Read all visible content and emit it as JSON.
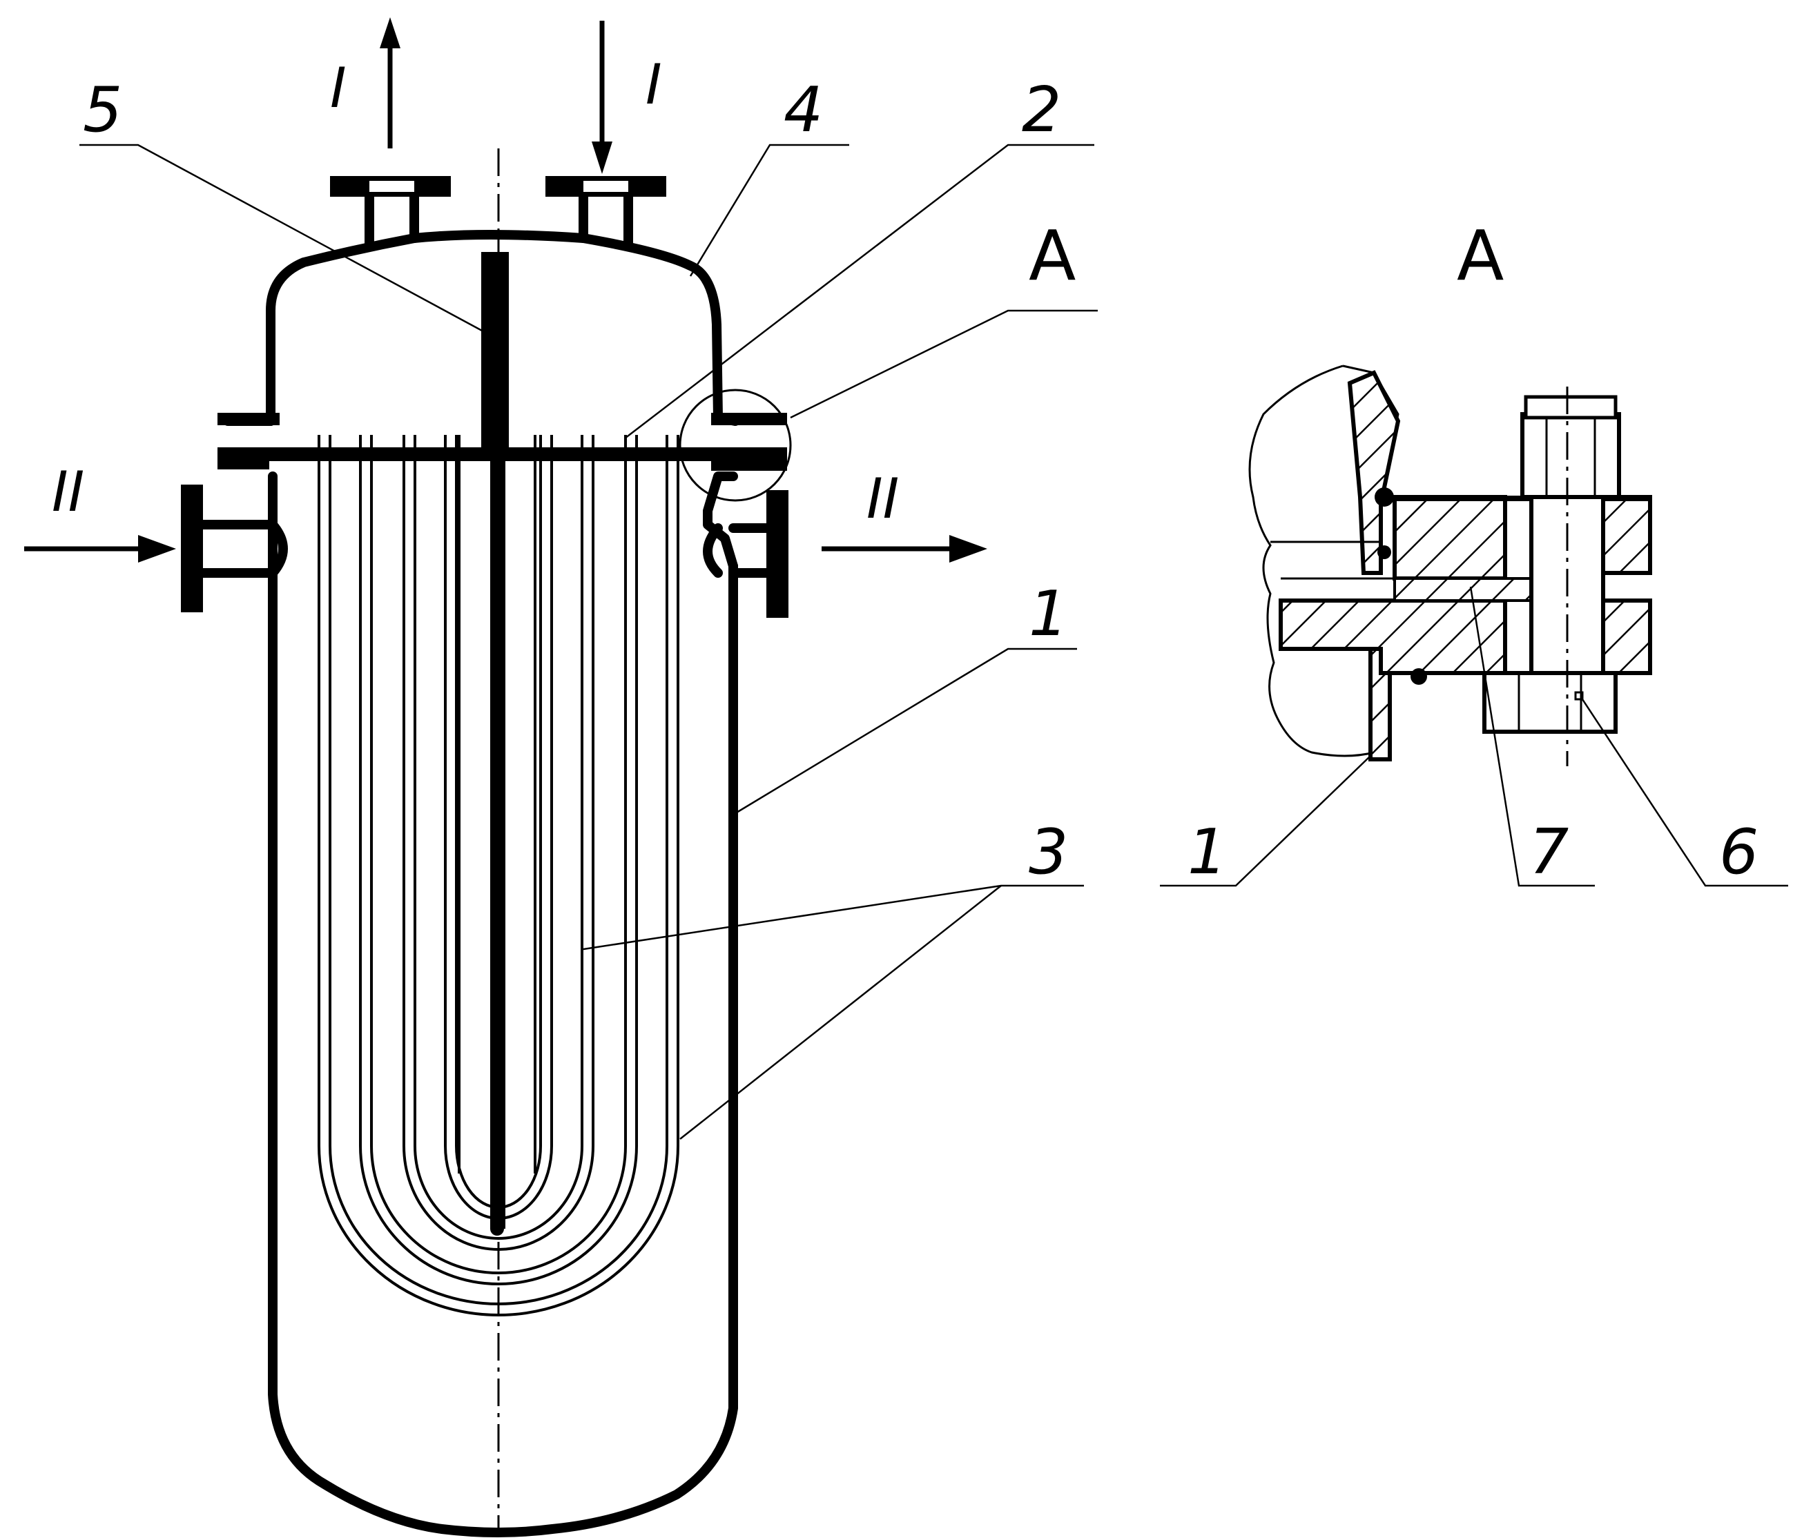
{
  "labels": {
    "part_5": "5",
    "part_4": "4",
    "part_2": "2",
    "part_1": "1",
    "part_3": "3",
    "part_1_detail": "1",
    "part_7": "7",
    "part_6": "6",
    "detail_marker": "A",
    "detail_title": "A",
    "flow_I_out": "I",
    "flow_I_in": "I",
    "flow_II_in": "II",
    "flow_II_out": "II"
  }
}
